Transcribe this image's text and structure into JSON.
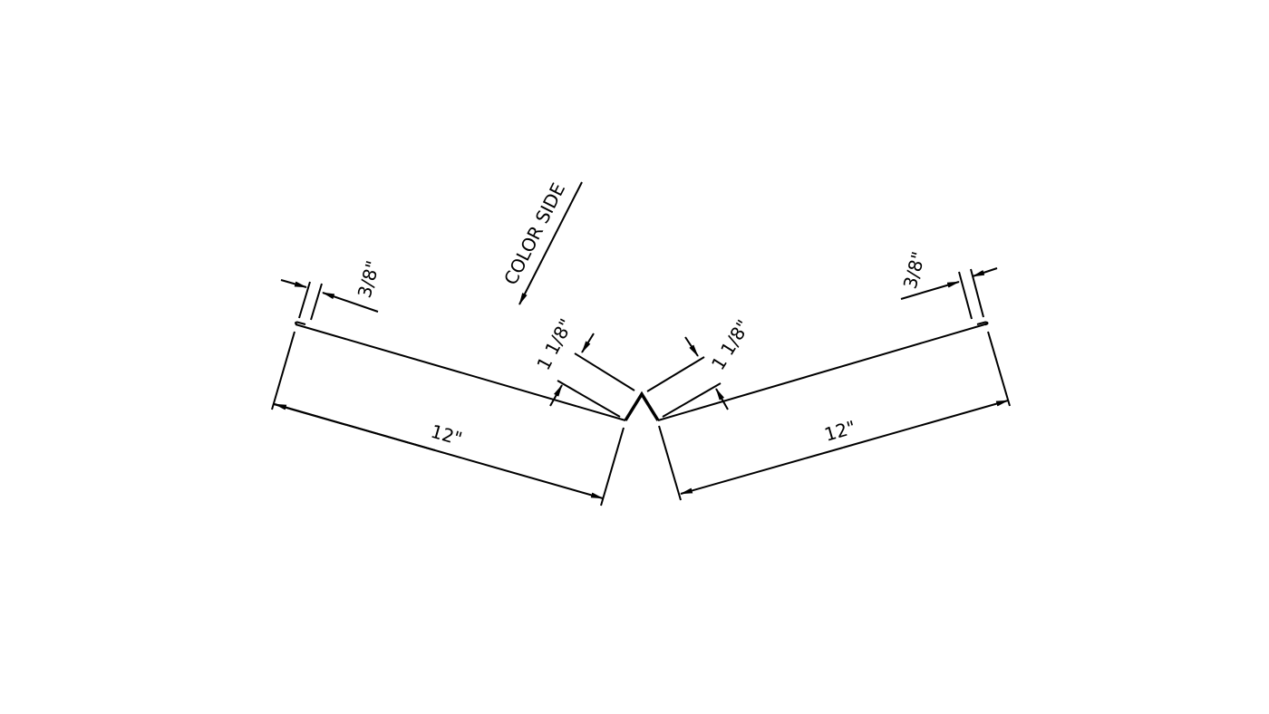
{
  "labels": {
    "left_hem": "3/8\"",
    "right_hem": "3/8\"",
    "color_side": "COLOR SIDE",
    "left_center_leg": "1 1/8\"",
    "right_center_leg": "1 1/8\"",
    "left_panel": "12\"",
    "right_panel": "12\""
  },
  "colors": {
    "line": "#000000",
    "background": "#ffffff"
  }
}
